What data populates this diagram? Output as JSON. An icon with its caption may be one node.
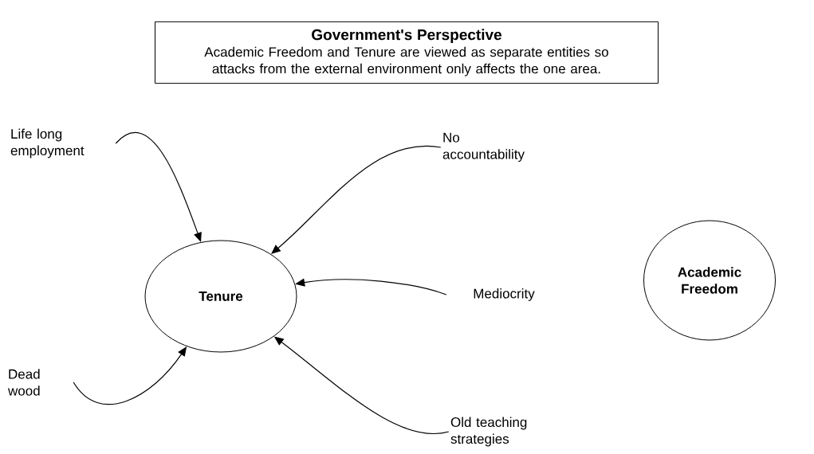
{
  "diagram": {
    "nodes": [
      {
        "text": [
          "Government's Perspective",
          "Academic Freedom and Tenure are viewed as separate entities so attacks from the external environment only affects the one area."
        ]
      },
      {
        "text": [
          "Tenure"
        ]
      },
      {
        "text": [
          "Academic Freedom"
        ]
      },
      {
        "text": [
          "Life long employment"
        ]
      },
      {
        "text": [
          "No accountability"
        ]
      },
      {
        "text": [
          "Mediocrity"
        ]
      },
      {
        "text": [
          "Dead wood"
        ]
      },
      {
        "text": [
          "Old teaching strategies"
        ]
      }
    ],
    "edges": [
      {
        "from": 3,
        "to": 1,
        "arrow": "to"
      },
      {
        "from": 4,
        "to": 1,
        "arrow": "to"
      },
      {
        "from": 5,
        "to": 1,
        "arrow": "to"
      },
      {
        "from": 6,
        "to": 1,
        "arrow": "to"
      },
      {
        "from": 7,
        "to": 1,
        "arrow": "to"
      }
    ]
  }
}
